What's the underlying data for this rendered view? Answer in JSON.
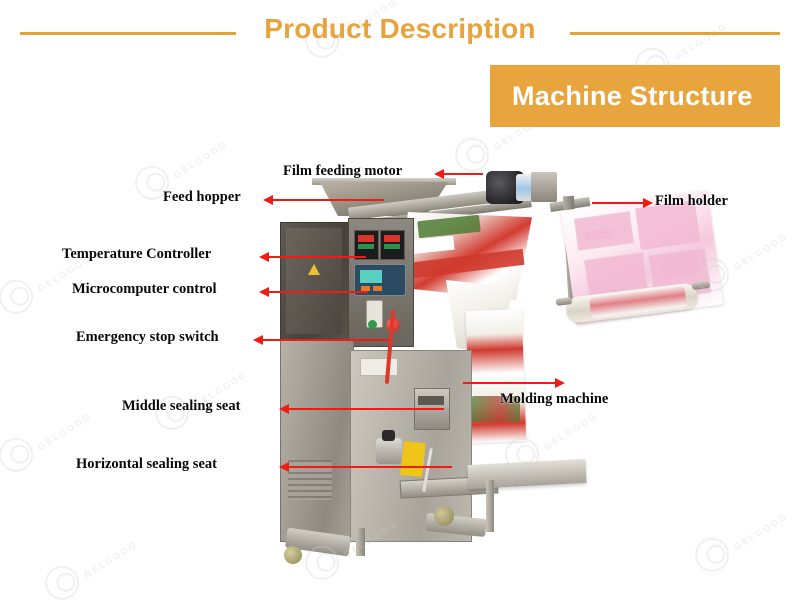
{
  "header": {
    "title": "Product Description",
    "title_color": "#e8a33d",
    "rule_color": "#e3a33c"
  },
  "structure_box": {
    "label": "Machine Structure",
    "background": "#e8a53e",
    "text_color": "#ffffff"
  },
  "diagram": {
    "arrow_color": "#ee1c12",
    "label_color": "#0a0a0a",
    "callouts": [
      {
        "id": "film-feeding-motor",
        "label": "Film feeding motor",
        "side": "left"
      },
      {
        "id": "feed-hopper",
        "label": "Feed hopper",
        "side": "left"
      },
      {
        "id": "film-holder",
        "label": "Film holder",
        "side": "right"
      },
      {
        "id": "temperature-controller",
        "label": "Temperature Controller",
        "side": "left"
      },
      {
        "id": "microcomputer-control",
        "label": "Microcomputer control",
        "side": "left"
      },
      {
        "id": "emergency-stop-switch",
        "label": "Emergency stop switch",
        "side": "left"
      },
      {
        "id": "molding-machine",
        "label": "Molding machine",
        "side": "right"
      },
      {
        "id": "middle-sealing-seat",
        "label": "Middle sealing seat",
        "side": "left"
      },
      {
        "id": "horizontal-sealing-seat",
        "label": "Horizontal sealing seat",
        "side": "left"
      }
    ]
  },
  "watermark": {
    "text": "GELGOOG"
  }
}
